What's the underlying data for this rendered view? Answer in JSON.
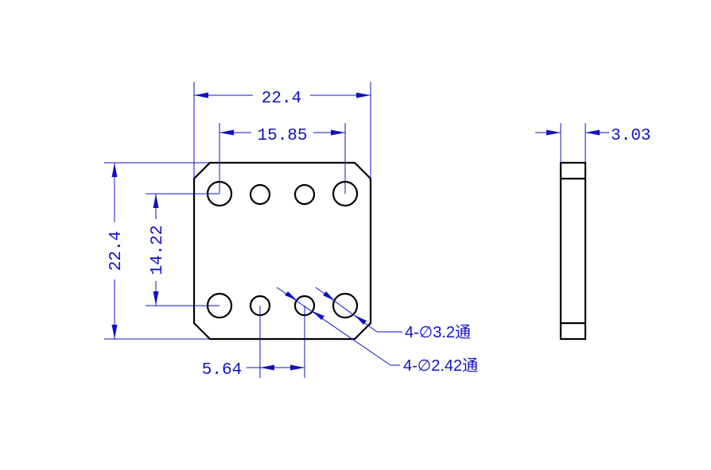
{
  "drawing": {
    "dimensions": {
      "overall_width": "22.4",
      "hole_spacing_x": "15.85",
      "overall_height": "22.4",
      "hole_spacing_y": "14.22",
      "small_hole_spacing": "5.64",
      "thickness": "3.03"
    },
    "notes": {
      "large_holes": "4-∅3.2通",
      "small_holes": "4-∅2.42通"
    },
    "colors": {
      "outline": "#000000",
      "dimension": "#1010c8"
    }
  }
}
